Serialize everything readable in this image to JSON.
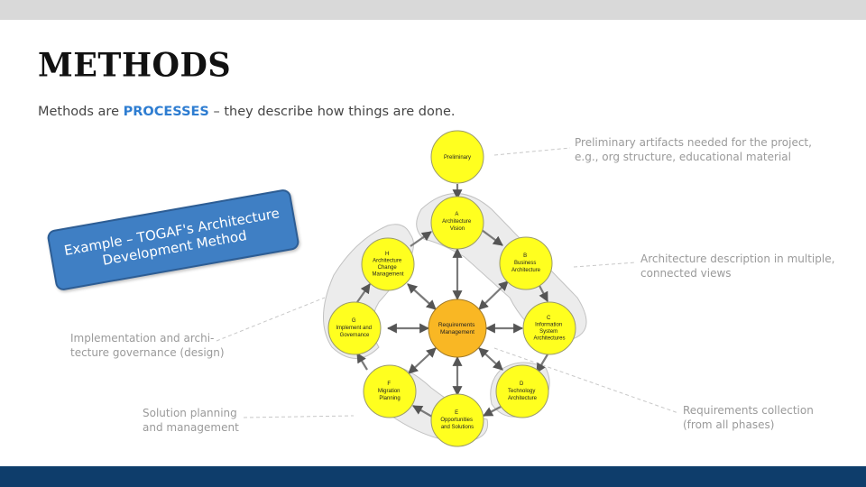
{
  "title": "METHODS",
  "subtitle": {
    "prefix": "Methods are ",
    "highlight": "PROCESSES",
    "suffix": " – they describe how things are done."
  },
  "callout": {
    "line1": "Example – TOGAF's Architecture",
    "line2": "Development Method"
  },
  "annotations": {
    "preliminary": [
      "Preliminary artifacts needed for the project,",
      "e.g., org structure, educational material"
    ],
    "description": [
      "Architecture description in multiple,",
      "connected views"
    ],
    "implementation": [
      "Implementation and archi-",
      "tecture governance (design)"
    ],
    "solution": [
      "Solution planning",
      "and management"
    ],
    "requirements": [
      "Requirements collection",
      "(from all phases)"
    ]
  },
  "nodes": {
    "preliminary": [
      "Preliminary"
    ],
    "a": [
      "A",
      "Architecture",
      "Vision"
    ],
    "b": [
      "B",
      "Business",
      "Architecture"
    ],
    "c": [
      "C",
      "Information",
      "System",
      "Architectures"
    ],
    "d": [
      "D",
      "Technology",
      "Architecture"
    ],
    "e": [
      "E",
      "Opportunities",
      "and Solutions"
    ],
    "f": [
      "F",
      "Migration",
      "Planning"
    ],
    "g": [
      "G",
      "Implement and",
      "Governance"
    ],
    "h": [
      "H",
      "Architecture",
      "Change",
      "Management"
    ],
    "center": [
      "Requirements",
      "Management"
    ]
  },
  "colors": {
    "node_fill": "#ffff1f",
    "center_fill": "#f9b724",
    "accent": "#2e7dd1",
    "callout": "#3f7fc4",
    "footer": "#0e3d6b"
  }
}
